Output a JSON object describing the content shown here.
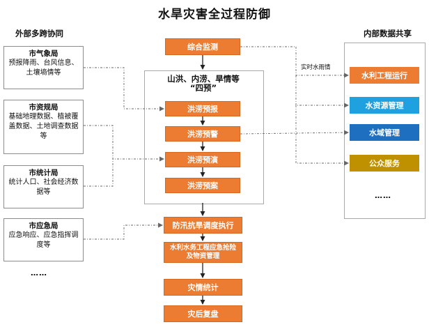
{
  "title": "水旱灾害全过程防御",
  "left": {
    "heading": "外部多跨协同",
    "agencies": [
      {
        "name": "市气象局",
        "desc": "预报降雨、台风信息、土壤墒情等"
      },
      {
        "name": "市资规局",
        "desc": "基础地理数据、植被覆盖数据、土地调查数据等"
      },
      {
        "name": "市统计局",
        "desc": "统计人口、社会经济数据等"
      },
      {
        "name": "市应急局",
        "desc": "应急响应、应急指挥调度等"
      }
    ],
    "more": "……"
  },
  "center": {
    "top": "综合监测",
    "core_title_line1": "山洪、内涝、旱情等",
    "core_title_line2": "“四预”",
    "four_pre": [
      "洪涝预报",
      "洪涝预警",
      "洪涝预演",
      "洪涝预案"
    ],
    "steps": [
      "防汛抗旱调度执行",
      "水利水务工程应急抢险及物资管理",
      "灾情统计",
      "灾后复盘"
    ]
  },
  "right": {
    "heading": "内部数据共享",
    "realtime_label": "实时水雨情",
    "items": [
      {
        "label": "水利工程运行",
        "color": "#ec7c31"
      },
      {
        "label": "水资源管理",
        "color": "#1ea1de"
      },
      {
        "label": "水域管理",
        "color": "#1f6fc0"
      },
      {
        "label": "公众服务",
        "color": "#bf9000"
      }
    ],
    "more": "……"
  }
}
